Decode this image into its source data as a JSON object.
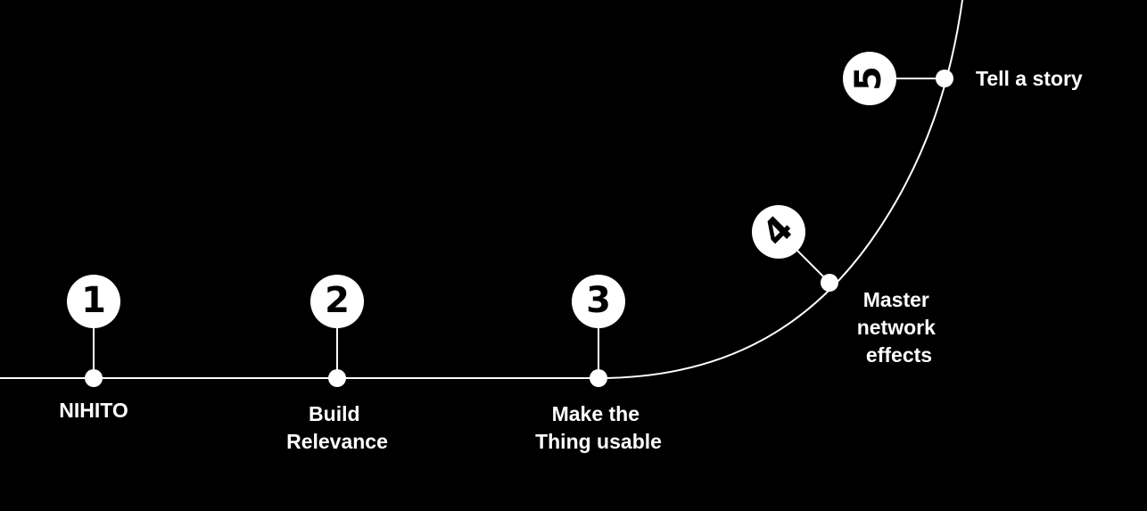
{
  "colors": {
    "background": "#000000",
    "line": "#ffffff",
    "badge_fill": "#ffffff",
    "badge_text": "#000000",
    "label_text": "#ffffff"
  },
  "steps": [
    {
      "number": "1",
      "label_lines": [
        "NIHITO"
      ]
    },
    {
      "number": "2",
      "label_lines": [
        "Build",
        "Relevance"
      ]
    },
    {
      "number": "3",
      "label_lines": [
        "Make the",
        "Thing usable"
      ]
    },
    {
      "number": "4",
      "label_lines": [
        "Master",
        "network",
        "effects"
      ]
    },
    {
      "number": "5",
      "label_lines": [
        "Tell a story"
      ]
    }
  ]
}
